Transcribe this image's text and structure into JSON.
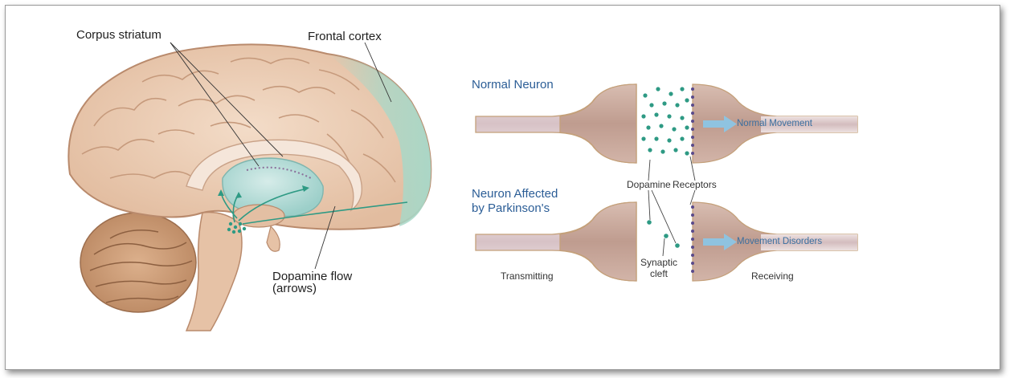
{
  "brain": {
    "label_corpus_striatum": "Corpus striatum",
    "label_frontal_cortex": "Frontal cortex",
    "label_dopamine_flow_1": "Dopamine flow",
    "label_dopamine_flow_2": "(arrows)"
  },
  "neurons": {
    "normal_heading": "Normal  Neuron",
    "affected_heading_1": "Neuron Affected",
    "affected_heading_2": "by Parkinson's",
    "label_dopamine": "Dopamine",
    "label_receptors": "Receptors",
    "label_transmitting": "Transmitting",
    "label_synaptic_1": "Synaptic",
    "label_synaptic_2": "cleft",
    "label_receiving": "Receiving",
    "arrow_normal": "Normal Movement",
    "arrow_disorder": "Movement Disorders"
  },
  "colors": {
    "brain_fill": "#eccdb4",
    "brain_outline": "#b98a6c",
    "striatum": "#b9dcd8",
    "cortex_tint": "#a8d8c8",
    "neuron_fill": "#c9a79a",
    "dopamine_dot": "#2e9a84",
    "receptor": "#5a4a8a",
    "arrow": "#8fc3e0",
    "heading_blue": "#2b5d96"
  }
}
